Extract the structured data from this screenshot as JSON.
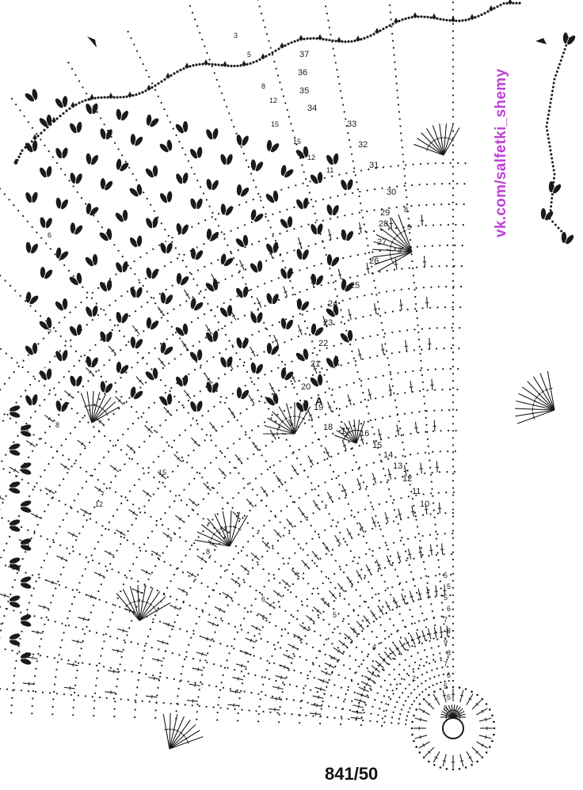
{
  "watermark": {
    "text": "vk.com/salfetki_shemy",
    "color": "#c040d8"
  },
  "pattern_code": "841/50",
  "marker_label": "A",
  "ink_color": "#1a1a1a",
  "row_numbers": [
    "37",
    "36",
    "35",
    "34",
    "33",
    "32",
    "31",
    "30",
    "29",
    "28",
    "27",
    "26",
    "25",
    "24",
    "23",
    "22",
    "21",
    "20",
    "19",
    "18",
    "17",
    "16",
    "15",
    "14",
    "13",
    "12",
    "11",
    "10",
    "9",
    "8",
    "7",
    "6",
    "5",
    "4",
    "3",
    "2",
    "1"
  ],
  "stitch_counts": [
    "3",
    "5",
    "8",
    "12",
    "15",
    "15",
    "12",
    "11",
    "8",
    "5",
    "3",
    "6",
    "5",
    "8",
    "12",
    "15",
    "8",
    "6",
    "5",
    "4",
    "2"
  ],
  "lower_chain_counts": [
    "5",
    "5",
    "5",
    "6",
    "7",
    "8",
    "9",
    "8",
    "7",
    "6",
    "5",
    "5",
    "5"
  ],
  "icons": [
    "start-arrow-icon",
    "motif-arrow-icon",
    "leaf-cluster-icon",
    "center-ring-icon"
  ]
}
